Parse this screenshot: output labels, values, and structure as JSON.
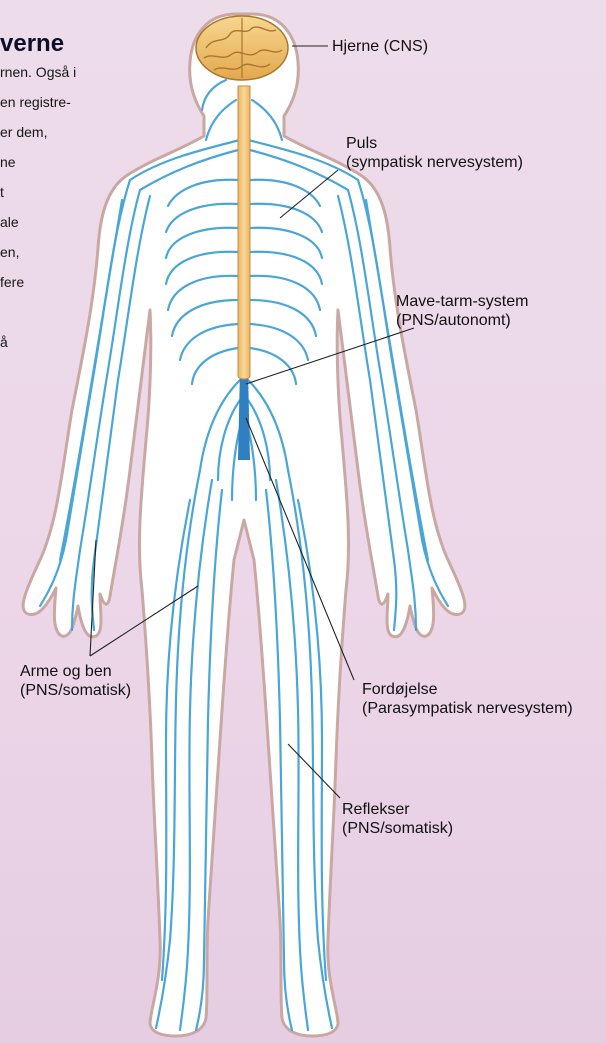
{
  "intro": {
    "heading": "verne",
    "lines": [
      "rnen. Også i",
      "en registre-",
      "er dem,",
      "ne",
      "t",
      "ale",
      "en,",
      "fere",
      "å"
    ]
  },
  "labels": {
    "brain_line1": "Hjerne (CNS)",
    "pulse_line1": "Puls",
    "pulse_line2": "(sympatisk nervesystem)",
    "gut_line1": "Mave-tarm-system",
    "gut_line2": "(PNS/autonomt)",
    "limbs_line1": "Arme og ben",
    "limbs_line2": "(PNS/somatisk)",
    "digestion_line1": "Fordøjelse",
    "digestion_line2": "(Parasympatisk nervesystem)",
    "reflex_line1": "Reflekser",
    "reflex_line2": "(PNS/somatisk)"
  },
  "colors": {
    "background": "#ecd7e8",
    "body_fill": "#ffffff",
    "body_outline": "#c9a8a4",
    "nerve": "#4aa6d6",
    "spinal_cord": "#f3c77a",
    "brain": "#f1c36a"
  }
}
